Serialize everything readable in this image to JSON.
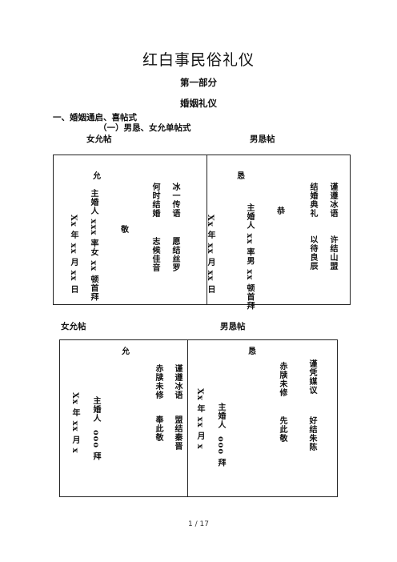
{
  "doc": {
    "title": "红白事民俗礼仪",
    "part": "第一部分",
    "section": "婚姻礼仪",
    "heading1": "一、婚姻通启、喜帖式",
    "heading2": "（一）男恳、女允单帖式"
  },
  "set1": {
    "label_left": "女允帖",
    "label_right": "男恳帖",
    "left_card": {
      "title": "允",
      "col1": "冰一传语",
      "col2": "愿结丝罗",
      "col3": "何时结婚",
      "col4": "志候佳音",
      "center": "敬",
      "sign": "主婚人 xxx 率女 xx 顿首拜",
      "date": "Xx 年 xx 月 xx 日"
    },
    "right_card": {
      "title": "恳",
      "col1": "谨遵冰语",
      "col2": "许结山盟",
      "col3": "结婚典礼",
      "col4": "以待良辰",
      "center": "恭",
      "sign": "主婚人 xx 率男 xx 顿首拜",
      "date": "Xx 年 xx 月 xx 日"
    }
  },
  "set2": {
    "label_left": "女允帖",
    "label_right": "男恳帖",
    "left_card": {
      "title": "允",
      "col1": "谨遵冰语",
      "col2": "盟结秦晋",
      "col3": "赤牍未修",
      "col4": "奉此敬",
      "sign1": "主婚人",
      "sign2": "ooo 拜",
      "date": "Xx 年 xx 月 x"
    },
    "right_card": {
      "title": "恳",
      "col1": "谨凭媒议",
      "col2": "好结朱陈",
      "col3": "赤牍未修",
      "col4": "先此敬",
      "sign1": "主婚人",
      "sign2": "ooo 拜",
      "date": "Xx 年 xx 月 x"
    }
  },
  "footer": {
    "page": "1 / 17"
  }
}
